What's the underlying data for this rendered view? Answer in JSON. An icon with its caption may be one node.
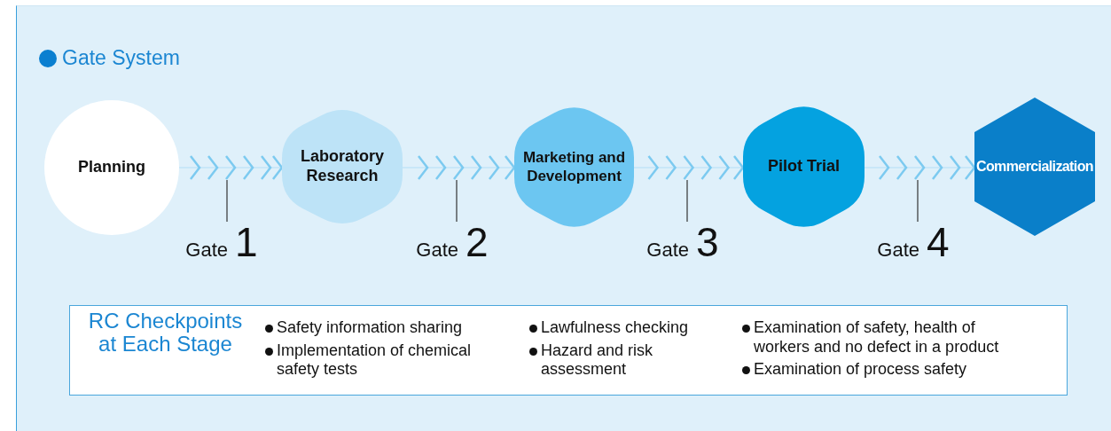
{
  "diagram": {
    "title": "Gate System",
    "nodes": [
      {
        "text": [
          "Planning"
        ]
      },
      {
        "text": [
          "Laboratory Research"
        ]
      },
      {
        "text": [
          "Marketing and Development"
        ]
      },
      {
        "text": [
          "Pilot Trial"
        ]
      },
      {
        "text": [
          "Commercialization"
        ]
      },
      {
        "text": [
          "Gate",
          "1"
        ]
      },
      {
        "text": [
          "Gate",
          "2"
        ]
      },
      {
        "text": [
          "Gate",
          "3"
        ]
      },
      {
        "text": [
          "Gate",
          "4"
        ]
      },
      {
        "text": [
          "RC Checkpoints at Each Stage",
          "Safety information sharing",
          "Implementation of chemical safety tests",
          "Lawfulness checking",
          "Hazard and risk assessment",
          "Examination of safety, health of workers and no defect in a product",
          "Examination of process safety"
        ]
      }
    ],
    "edges": [
      {
        "from": 0,
        "to": 1,
        "arrow": "to"
      },
      {
        "from": 1,
        "to": 2,
        "arrow": "to"
      },
      {
        "from": 2,
        "to": 3,
        "arrow": "to"
      },
      {
        "from": 3,
        "to": 4,
        "arrow": "to"
      },
      {
        "from": 5,
        "to": null,
        "arrow": "none",
        "color": "#333333"
      },
      {
        "from": 6,
        "to": null,
        "arrow": "none",
        "color": "#333333"
      },
      {
        "from": 7,
        "to": null,
        "arrow": "none",
        "color": "#333333"
      },
      {
        "from": 8,
        "to": null,
        "arrow": "none",
        "color": "#333333"
      }
    ]
  }
}
